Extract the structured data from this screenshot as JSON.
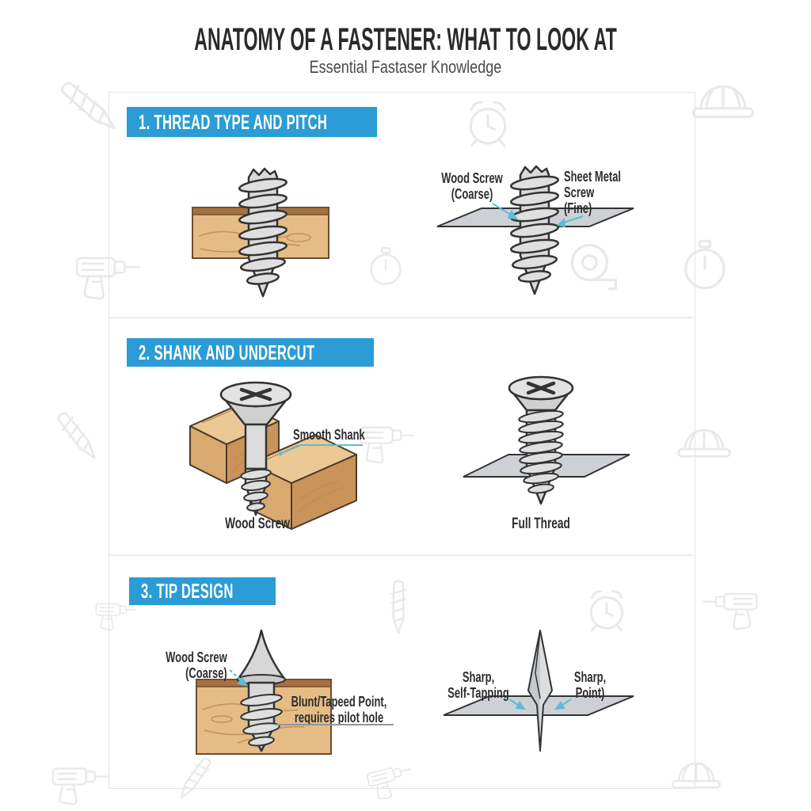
{
  "header": {
    "title": "ANATOMY OF A FASTENER: WHAT TO LOOK AT",
    "subtitle": "Essential Fastaser Knowledge"
  },
  "sections": {
    "s1": {
      "banner": "1. THREAD TYPE AND PITCH",
      "label_wood_line1": "Wood Screw",
      "label_wood_line2": "(Coarse)",
      "label_sheet_line1": "Sheet Metal",
      "label_sheet_line2": "Screw",
      "label_sheet_line3": "(Fine)"
    },
    "s2": {
      "banner": "2. SHANK AND UNDERCUT",
      "label_smooth_shank": "Smooth Shank",
      "caption_left": "Wood Screw",
      "caption_right": "Full Thread"
    },
    "s3": {
      "banner": "3. TIP DESIGN",
      "label_wood_line1": "Wood Screw",
      "label_wood_line2": "(Coarse)",
      "label_blunt_line1": "Blunt/Tapeed Point,",
      "label_blunt_line2": "requires pilot hole",
      "label_sharp_left_line1": "Sharp,",
      "label_sharp_left_line2": "Self-Tapping",
      "label_sharp_right_line1": "Sharp,",
      "label_sharp_right_line2": "Point)"
    }
  },
  "colors": {
    "banner_blue": "#2B9CD5",
    "leader_cyan": "#5FBCD3",
    "wood_body": "#E6BC86",
    "wood_band": "#A9713F",
    "metal_gray": "#CDD1D6",
    "screw_gray": "#D9D9D9",
    "outline_dark": "#333333",
    "faint_icon_gray": "#E9E9E9"
  },
  "background_icons": [
    "drill-icon",
    "screw-icon",
    "hard-hat-icon",
    "alarm-clock-icon",
    "stopwatch-icon",
    "tape-measure-icon"
  ]
}
